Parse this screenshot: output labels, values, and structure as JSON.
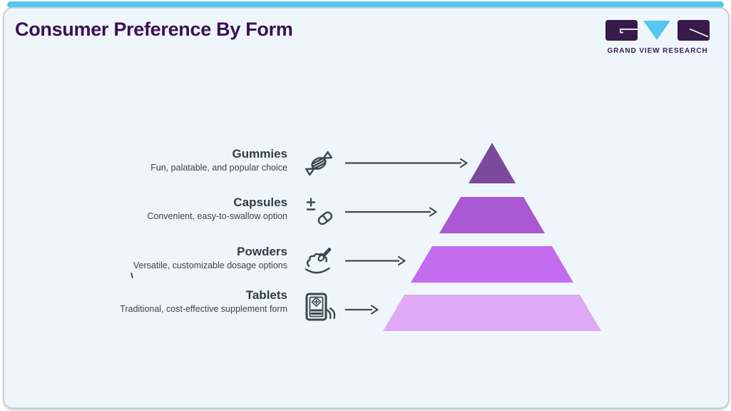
{
  "header": {
    "title": "Consumer Preference By Form"
  },
  "logo": {
    "brand": "GRAND VIEW RESEARCH"
  },
  "colors": {
    "accent_bar": "#56c7ec",
    "card_background": "#eff6fb",
    "title_text": "#3b1055",
    "arrow": "#43494d",
    "icon_stroke": "#3d464c"
  },
  "chart_data": {
    "type": "pyramid",
    "title": "Consumer Preference By Form",
    "levels_top_to_bottom": [
      "Gummies",
      "Capsules",
      "Powders",
      "Tablets"
    ],
    "note": "4-level pyramid, darkest purple at top to lightest at bottom; each level annotated with an icon and arrow"
  },
  "items": [
    {
      "label": "Gummies",
      "description": "Fun, palatable, and popular choice",
      "icon": "candy-icon",
      "color": "#7d499c"
    },
    {
      "label": "Capsules",
      "description": "Convenient, easy-to-swallow option",
      "icon": "capsule-icon",
      "color": "#aa58d2"
    },
    {
      "label": "Powders",
      "description": "Versatile, customizable dosage options",
      "icon": "powder-scoop-icon",
      "color": "#c36cf0"
    },
    {
      "label": "Tablets",
      "description": "Traditional, cost-effective supplement form",
      "icon": "tablet-bottle-icon",
      "color": "#e0a9f5"
    }
  ]
}
